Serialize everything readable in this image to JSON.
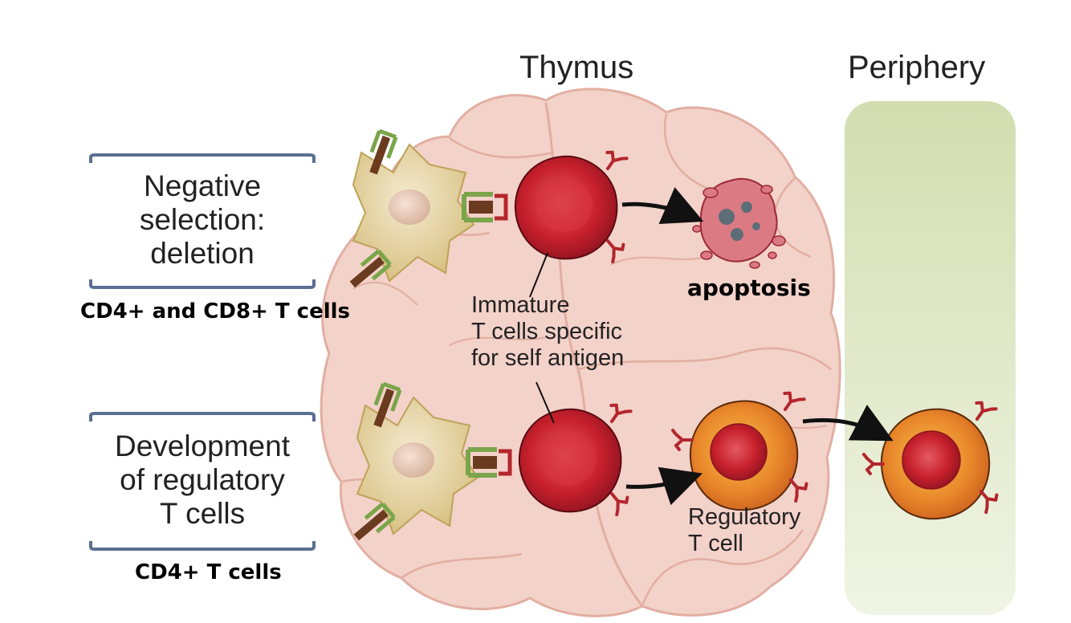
{
  "headings": {
    "thymus": "Thymus",
    "periphery": "Periphery"
  },
  "boxes": {
    "negative_selection": [
      "Negative",
      "selection:",
      "deletion"
    ],
    "regulatory_development": [
      "Development",
      "of regulatory",
      "T cells"
    ]
  },
  "sublabels": {
    "negative_selection": "CD4+ and CD8+ T cells",
    "regulatory_development": "CD4+ T cells"
  },
  "labels": {
    "apoptosis": "apoptosis",
    "immature_cells": [
      "Immature",
      "T cells specific",
      "for self antigen"
    ],
    "regulatory_cell": [
      "Regulatory",
      "T cell"
    ]
  },
  "colors": {
    "thymus_fill": "#f3d2c9",
    "thymus_stroke": "#e2aea2",
    "periphery_fill": "#d9e3bf",
    "t_cell": "#c7202c",
    "regulatory_cell": "#e8862a",
    "dendritic_cell": "#e9dba9",
    "receptor": "#b3262c",
    "mhc": "#7aa54a",
    "antigen": "#6b3b1f",
    "box_line": "#5a6f93"
  }
}
